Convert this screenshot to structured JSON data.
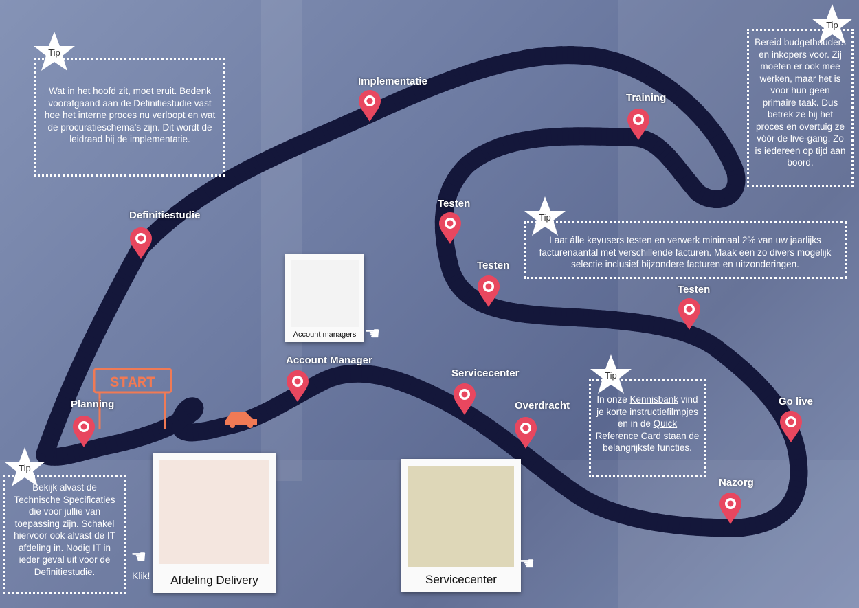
{
  "stages": [
    {
      "id": "planning",
      "label": "Planning"
    },
    {
      "id": "definitiestudie",
      "label": "Definitiestudie"
    },
    {
      "id": "implementatie",
      "label": "Implementatie"
    },
    {
      "id": "training",
      "label": "Training"
    },
    {
      "id": "testen-1",
      "label": "Testen"
    },
    {
      "id": "testen-2",
      "label": "Testen"
    },
    {
      "id": "testen-3",
      "label": "Testen"
    },
    {
      "id": "go-live",
      "label": "Go live"
    },
    {
      "id": "nazorg",
      "label": "Nazorg"
    },
    {
      "id": "overdracht",
      "label": "Overdracht"
    },
    {
      "id": "servicecenter",
      "label": "Servicecenter"
    },
    {
      "id": "account-manager",
      "label": "Account Manager"
    }
  ],
  "start_sign": "START",
  "tip_label": "Tip",
  "tips": {
    "definitiestudie": "Wat in het hoofd zit, moet eruit. Bedenk voorafgaand aan de Definitiestudie vast hoe het interne proces nu verloopt en wat de procuratieschema’s zijn. Dit wordt de leidraad bij de implementatie.",
    "budget": "Bereid budgethouders en inkopers voor. Zij moeten er ook mee werken, maar het is voor hun geen primaire taak. Dus betrek ze bij het proces en overtuig ze vóór de live-gang. Zo is iedereen op tijd aan boord.",
    "testen": "Laat álle keyusers testen en verwerk minimaal 2% van uw jaarlijks facturenaantal met verschillende facturen. Maak een zo divers mogelijk selectie inclusief bijzondere facturen en uitzonderingen.",
    "kennisbank": {
      "t1": "In onze ",
      "link1": "Kennisbank",
      "t2": " vind je korte instructiefilmpjes en in de ",
      "link2": "Quick Reference Card",
      "t3": " staan de belangrijkste functies."
    },
    "technisch": {
      "t1": "Bekijk alvast de ",
      "link1": "Technische Specificaties",
      "t2": " die voor jullie van toepassing zijn. Schakel hiervoor ook alvast de IT afdeling in. Nodig IT in ieder geval uit voor de ",
      "link2": "Definitiestudie",
      "t3": "."
    }
  },
  "cards": {
    "account_managers": "Account managers",
    "delivery": "Afdeling Delivery",
    "servicecenter": "Servicecenter"
  },
  "klik": "Klik!",
  "colors": {
    "road": "#14173a",
    "pin": "#e8475f",
    "start": "#f07a55"
  }
}
